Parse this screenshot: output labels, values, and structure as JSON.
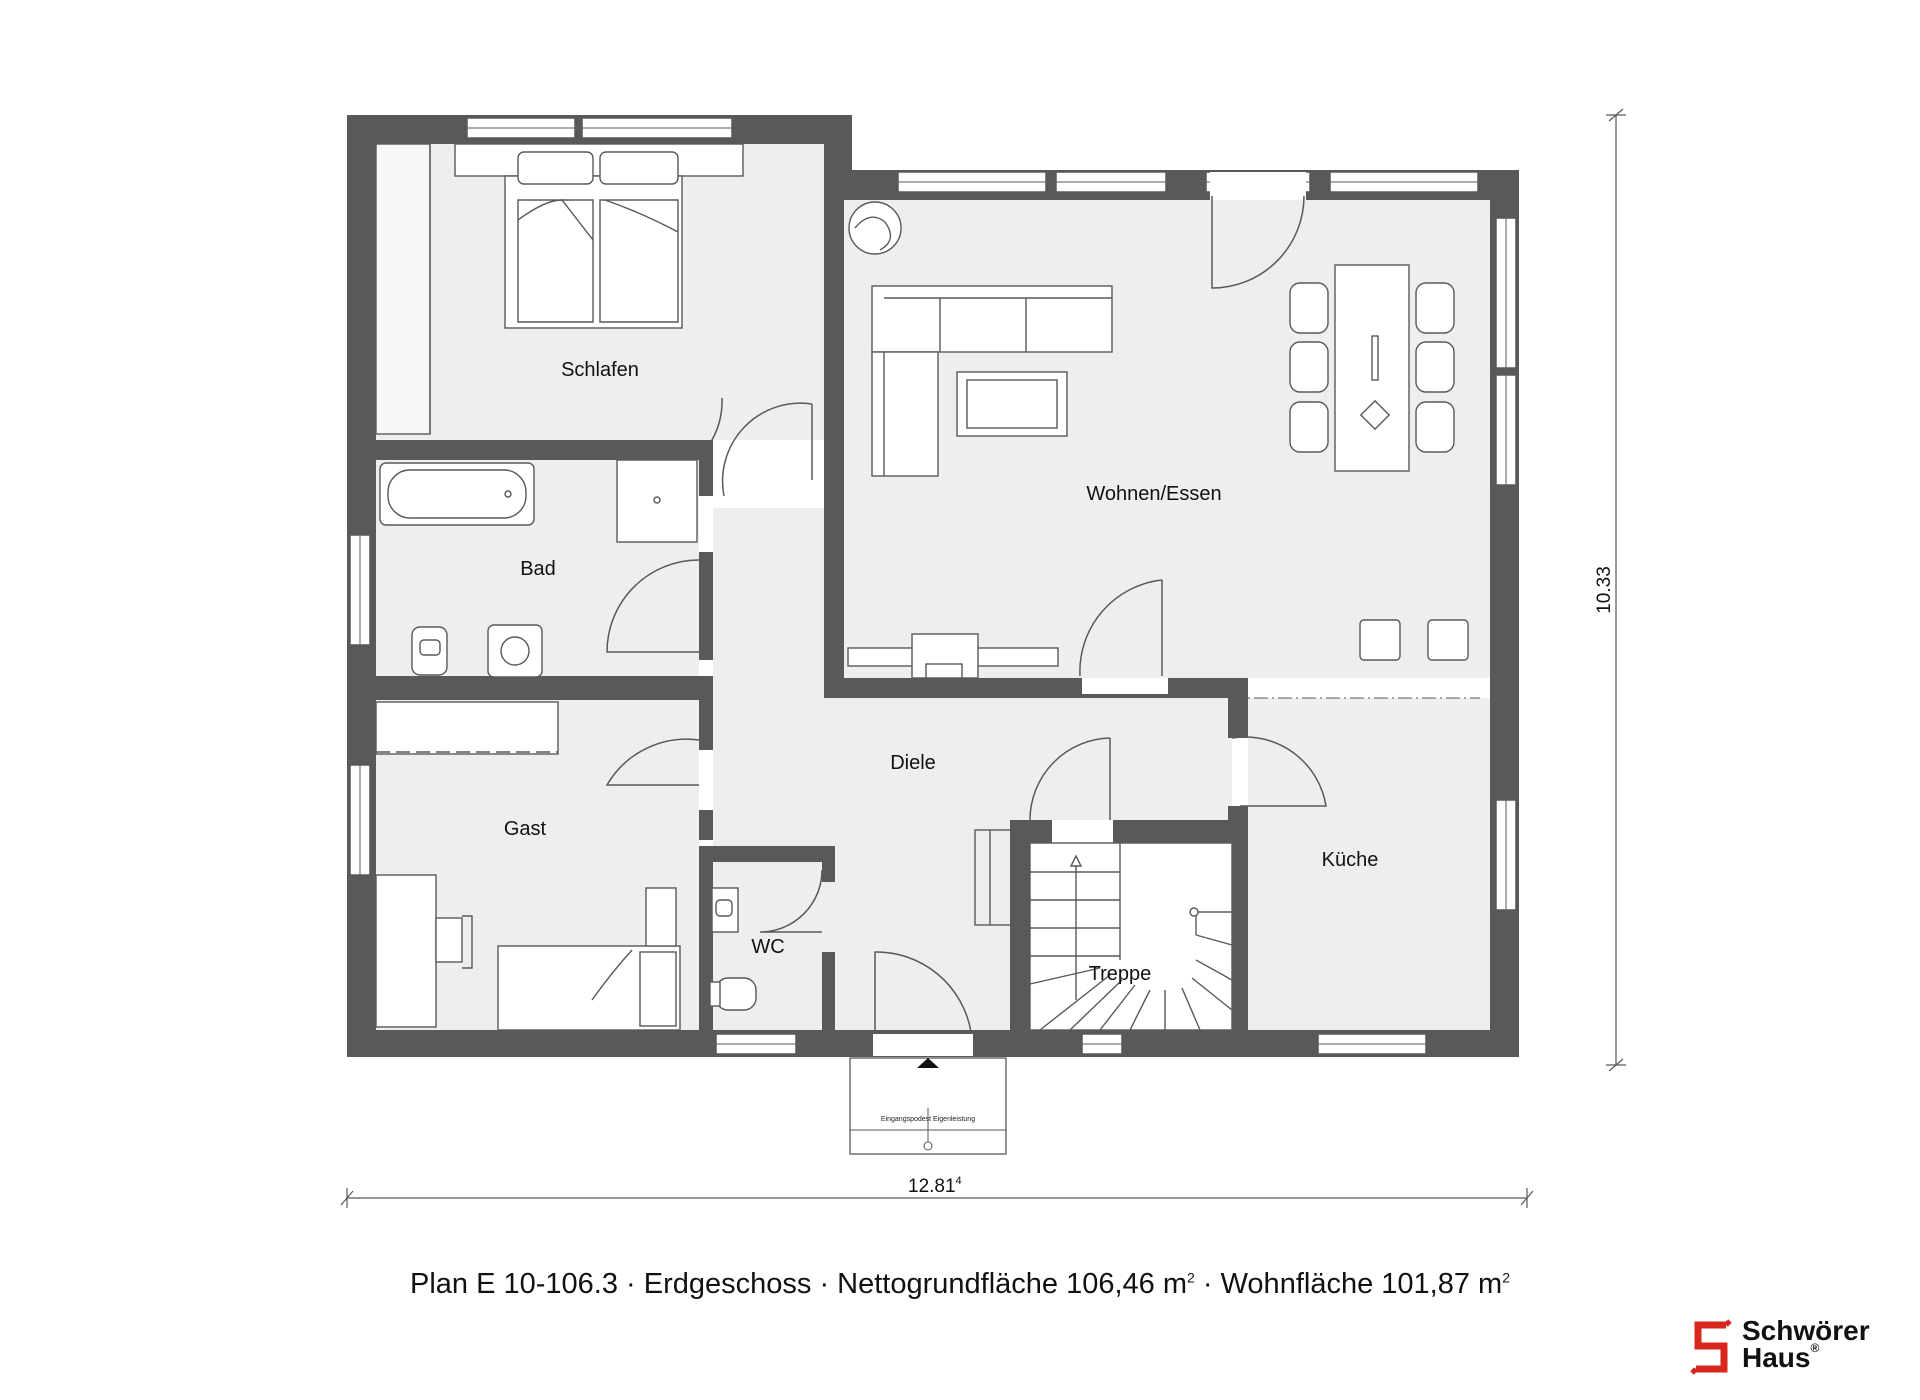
{
  "plan": {
    "rooms": {
      "schlafen": "Schlafen",
      "wohnen": "Wohnen/Essen",
      "bad": "Bad",
      "diele": "Diele",
      "gast": "Gast",
      "kueche": "Küche",
      "wc": "WC",
      "treppe": "Treppe"
    },
    "entrance_note": "Eingangspodest Eigenleistung",
    "dimensions": {
      "width_main": "12.81",
      "width_sup": "4",
      "height": "10.33"
    }
  },
  "caption": {
    "part1": "Plan E 10-106.3 · Erdgeschoss · Nettogrundfläche 106,46 m",
    "sup1": "2",
    "part2": " · Wohnfläche 101,87 m",
    "sup2": "2"
  },
  "logo": {
    "line1": "Schwörer",
    "line2": "Haus",
    "mark": "®"
  },
  "colors": {
    "wall": "#58595b",
    "floor": "#eeeeef",
    "logo_red": "#d7261e"
  }
}
